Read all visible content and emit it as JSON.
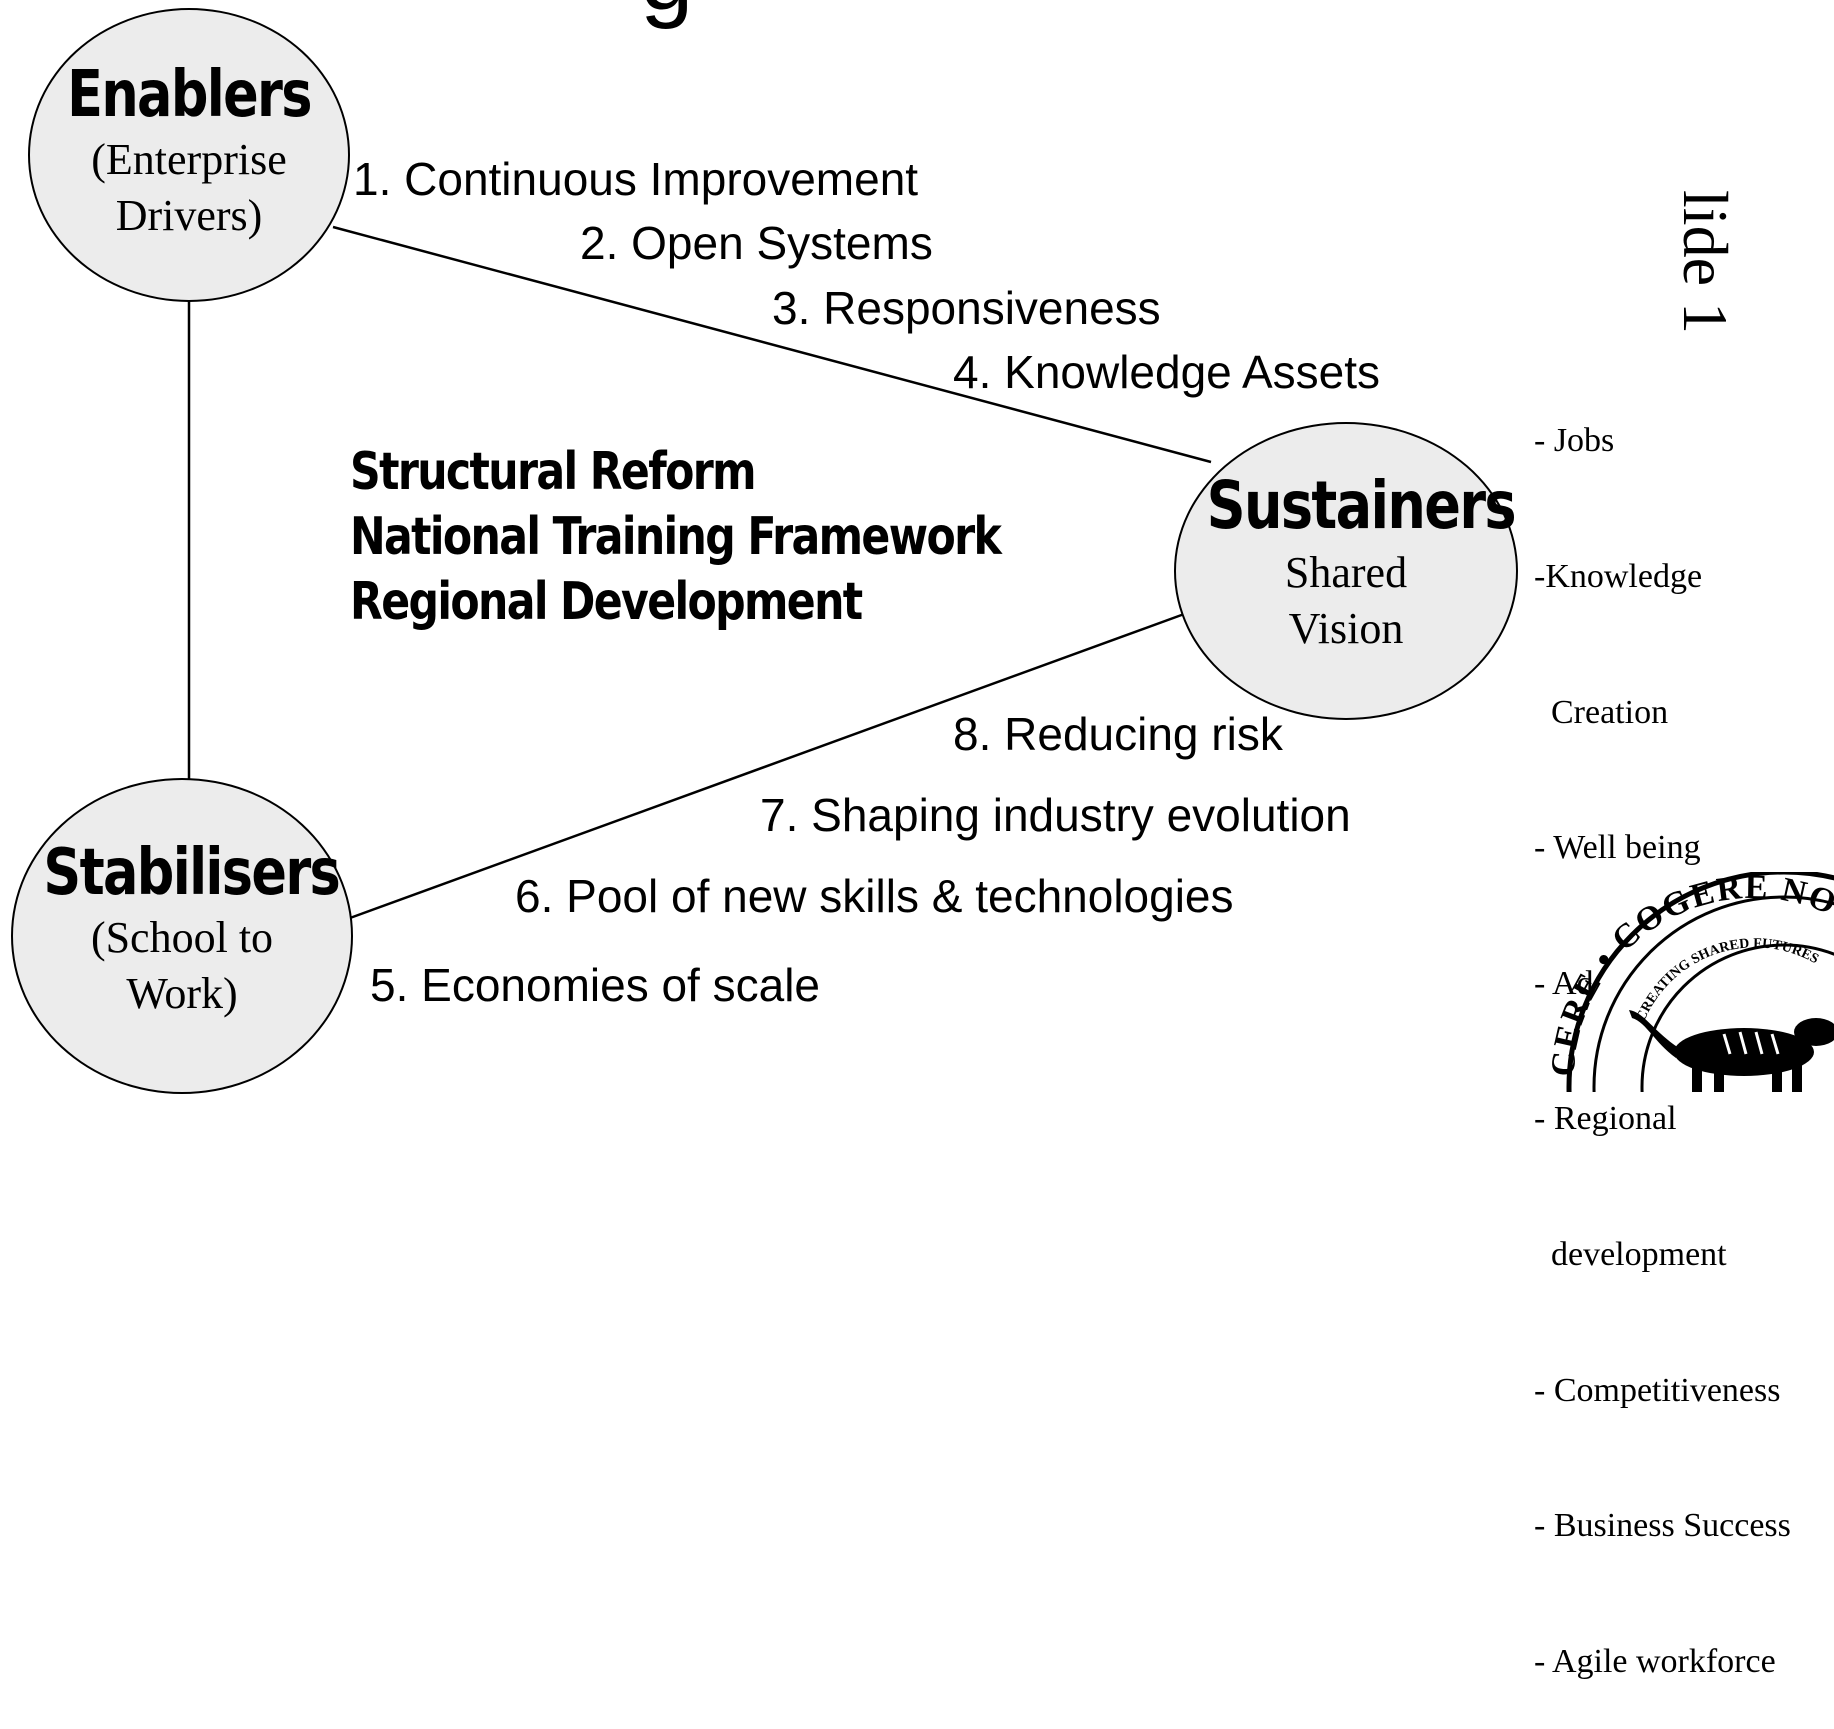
{
  "title_partial": "g",
  "side_label_partial": "lide 1",
  "nodes": {
    "enablers": {
      "title": "Enablers",
      "sub1": "(Enterprise",
      "sub2": "Drivers)"
    },
    "sustainers": {
      "title": "Sustainers",
      "sub1": "Shared",
      "sub2": "Vision"
    },
    "stabilisers": {
      "title": "Stabilisers",
      "sub1": "(School to",
      "sub2": "Work)"
    }
  },
  "top_items": [
    "1. Continuous Improvement",
    "2. Open Systems",
    "3. Responsiveness",
    "4. Knowledge Assets"
  ],
  "bottom_items": [
    "8. Reducing risk",
    "7. Shaping industry evolution",
    "6. Pool of new skills & technologies",
    "5. Economies of scale"
  ],
  "center_text": [
    "Structural Reform",
    "National Training Framework",
    "Regional Development"
  ],
  "outcomes": [
    "- Jobs",
    "-Knowledge",
    "  Creation",
    "- Well being",
    "- Adaptiveness",
    "- Regional",
    "  development",
    "- Competitiveness",
    "- Business Success",
    "- Agile workforce"
  ],
  "seal": {
    "ring_text": "CERE • COGERE NOS • COGN",
    "inner_text": "CREATING SHARED FUTURES"
  }
}
